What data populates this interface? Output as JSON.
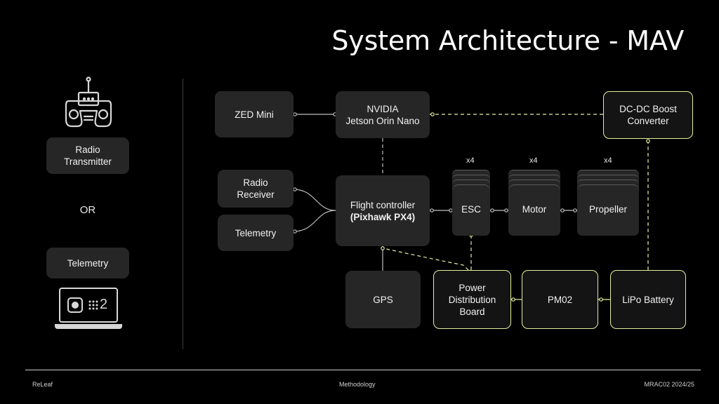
{
  "title": "System Architecture - MAV",
  "left_panel": {
    "radio_transmitter": "Radio\nTransmitter",
    "or_label": "OR",
    "telemetry": "Telemetry",
    "laptop_screen_text": "2"
  },
  "nodes": {
    "zed_mini": "ZED Mini",
    "jetson": "NVIDIA\nJetson Orin Nano",
    "dcdc": "DC-DC Boost\nConverter",
    "radio_receiver": "Radio\nReceiver",
    "telemetry": "Telemetry",
    "flight_controller": "Flight controller",
    "flight_controller_model": "(Pixhawk PX4)",
    "esc": "ESC",
    "motor": "Motor",
    "propeller": "Propeller",
    "gps": "GPS",
    "pdb": "Power\nDistribution\nBoard",
    "pm02": "PM02",
    "lipo": "LiPo Battery"
  },
  "multipliers": {
    "esc": "x4",
    "motor": "x4",
    "propeller": "x4"
  },
  "footer": {
    "left": "ReLeaf",
    "center": "Methodology",
    "right": "MRAC02 2024/25"
  },
  "colors": {
    "background": "#000000",
    "box": "#262626",
    "power_outline": "#e5f0a0",
    "wire": "#bfbfbf"
  }
}
